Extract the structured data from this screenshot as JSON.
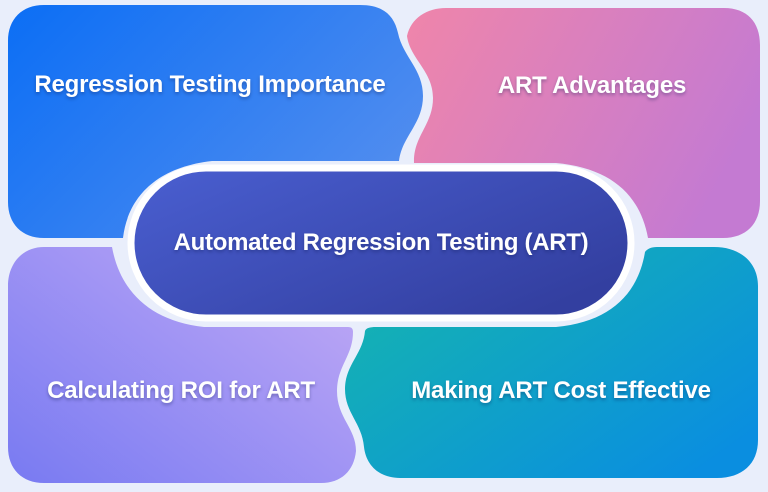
{
  "title": "Automated Regression Testing infographic",
  "background_color": "#e9eefb",
  "divider_color": "#ffffff",
  "text_color": "#ffffff",
  "nodes": {
    "center": {
      "label": "Automated Regression Testing (ART)",
      "gradient_from": "#4a5fd1",
      "gradient_to": "#333fa0"
    },
    "top_left": {
      "label": "Regression Testing Importance",
      "gradient_from": "#0b6ef5",
      "gradient_to": "#4f8cef"
    },
    "top_right": {
      "label": "ART Advantages",
      "gradient_from": "#ee85ab",
      "gradient_to": "#c47ad2"
    },
    "bottom_left": {
      "label": "Calculating ROI for ART",
      "gradient_from": "#787af2",
      "gradient_to": "#c0a9f5"
    },
    "bottom_right": {
      "label": "Making ART Cost Effective",
      "gradient_from": "#16b8ab",
      "gradient_to": "#0a8ee0"
    }
  }
}
